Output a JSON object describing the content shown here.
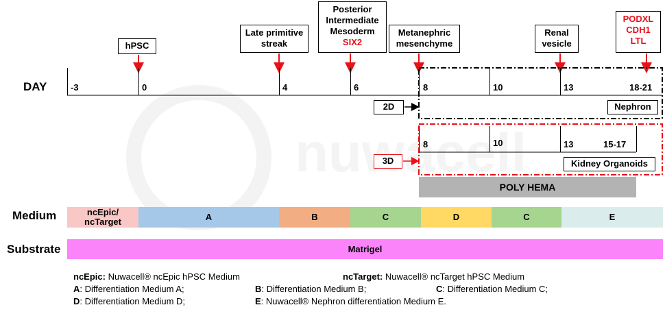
{
  "stages": [
    {
      "id": "hpsc",
      "lines": [
        "hPSC"
      ],
      "red": []
    },
    {
      "id": "late",
      "lines": [
        "Late primitive",
        "streak"
      ],
      "red": []
    },
    {
      "id": "pim",
      "lines": [
        "Posterior",
        "Intermediate",
        "Mesoderm"
      ],
      "red": [
        "SIX2"
      ]
    },
    {
      "id": "mm",
      "lines": [
        "Metanephric",
        "mesenchyme"
      ],
      "red": []
    },
    {
      "id": "rv",
      "lines": [
        "Renal",
        "vesicle"
      ],
      "red": []
    },
    {
      "id": "markers",
      "lines": [],
      "red": [
        "PODXL",
        "CDH1",
        "LTL"
      ]
    }
  ],
  "day_label": "DAY",
  "day_ticks": [
    "-3",
    "0",
    "4",
    "6",
    "8",
    "10",
    "13",
    "18-21"
  ],
  "branch_2d": {
    "label": "2D",
    "ticks": [
      "8",
      "10",
      "13",
      "18-21"
    ],
    "box_label": "Nephron"
  },
  "branch_3d": {
    "label": "3D",
    "ticks": [
      "8",
      "10",
      "13",
      "15-17"
    ],
    "box_label": "Kidney Organoids"
  },
  "poly_hema": "POLY HEMA",
  "medium": {
    "label": "Medium",
    "segments": [
      {
        "text": "ncEpic/\nncTarget",
        "color": "#f9c7c6"
      },
      {
        "text": "A",
        "color": "#a6c8e8"
      },
      {
        "text": "B",
        "color": "#f2ae82"
      },
      {
        "text": "C",
        "color": "#a6d58f"
      },
      {
        "text": "D",
        "color": "#ffd964"
      },
      {
        "text": "C",
        "color": "#a6d58f"
      },
      {
        "text": "E",
        "color": "#dbecec"
      }
    ]
  },
  "substrate": {
    "label": "Substrate",
    "text": "Matrigel",
    "color": "#fb84fb"
  },
  "legend": {
    "row1a_key": "ncEpic:",
    "row1a_val": "Nuwacell® ncEpic  hPSC Medium",
    "row1b_key": "ncTarget:",
    "row1b_val": "Nuwacell® ncTarget  hPSC Medium",
    "row2a_key": "A",
    "row2a_val": ": Differentiation Medium A;",
    "row2b_key": "B",
    "row2b_val": ": Differentiation Medium B;",
    "row2c_key": "C",
    "row2c_val": ": Differentiation Medium C;",
    "row3a_key": "D",
    "row3a_val": ": Differentiation Medium D;",
    "row3b_key": "E",
    "row3b_val": ": Nuwacell® Nephron differentiation Medium E."
  },
  "colors": {
    "red": "#e8111a",
    "poly": "#b3b3b3"
  }
}
